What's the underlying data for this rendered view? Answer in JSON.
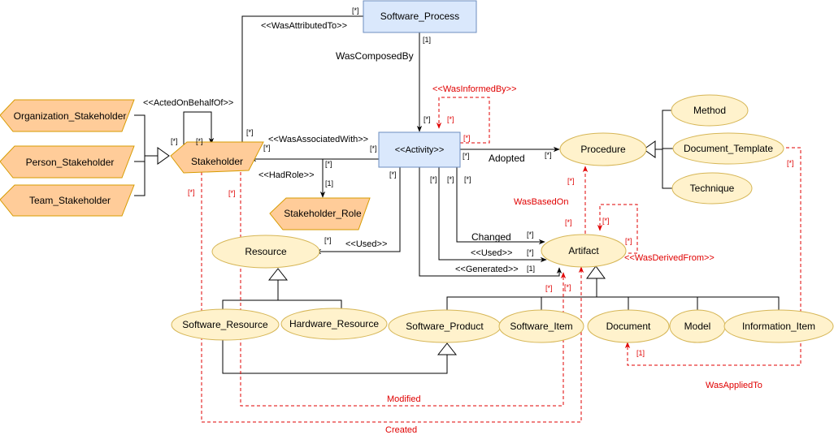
{
  "nodes": {
    "software_process": "Software_Process",
    "activity": "<<Activity>>",
    "stakeholder": "Stakeholder",
    "organization_stakeholder": "Organization_Stakeholder",
    "person_stakeholder": "Person_Stakeholder",
    "team_stakeholder": "Team_Stakeholder",
    "stakeholder_role": "Stakeholder_Role",
    "resource": "Resource",
    "software_resource": "Software_Resource",
    "hardware_resource": "Hardware_Resource",
    "procedure": "Procedure",
    "method": "Method",
    "document_template": "Document_Template",
    "technique": "Technique",
    "artifact": "Artifact",
    "software_product": "Software_Product",
    "software_item": "Software_Item",
    "document": "Document",
    "model": "Model",
    "information_item": "Information_Item"
  },
  "edges": {
    "was_attributed_to": "<<WasAttributedTo>>",
    "was_composed_by": "WasComposedBy",
    "was_informed_by": "<<WasInformedBy>>",
    "acted_on_behalf_of": "<<ActedOnBehalfOf>>",
    "was_associated_with": "<<WasAssociatedWith>>",
    "had_role": "<<HadRole>>",
    "used_resource": "<<Used>>",
    "adopted": "Adopted",
    "was_based_on": "WasBasedOn",
    "changed": "Changed",
    "used_artifact": "<<Used>>",
    "generated": "<<Generated>>",
    "was_derived_from": "<<WasDerivedFrom>>",
    "modified": "Modified",
    "created": "Created",
    "was_applied_to": "WasAppliedTo"
  },
  "multiplicity": {
    "many": "[*]",
    "one": "[1]"
  }
}
